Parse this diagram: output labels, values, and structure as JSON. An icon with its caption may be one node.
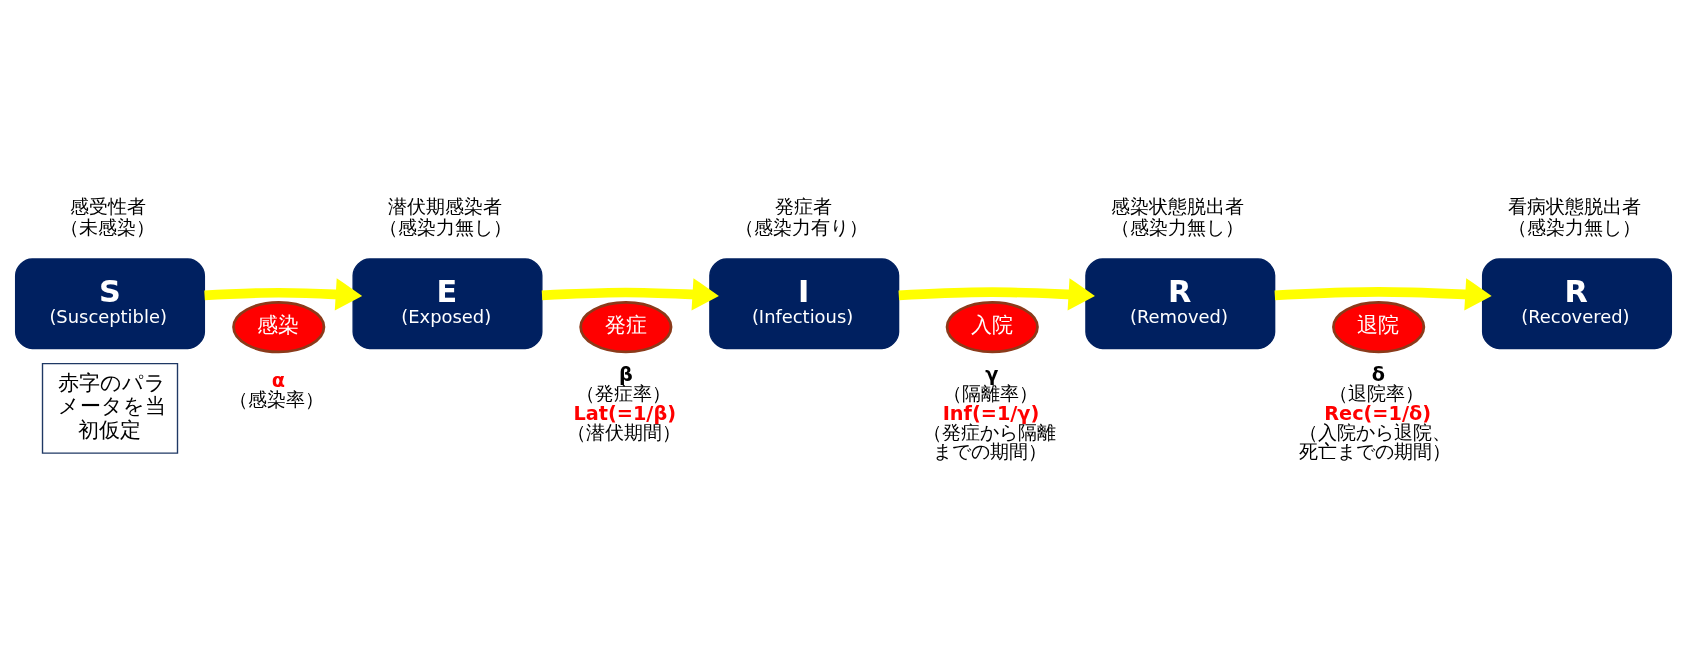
{
  "diagram": {
    "nodes": [
      {
        "text": [
          "S",
          "(Susceptible)"
        ],
        "beside": [
          "感受性者",
          "（未感染）"
        ]
      },
      {
        "text": [
          "E",
          "(Exposed)"
        ],
        "beside": [
          "潜伏期感染者",
          "（感染力無し）"
        ]
      },
      {
        "text": [
          "I",
          "(Infectious)"
        ],
        "beside": [
          "発症者",
          "（感染力有り）"
        ]
      },
      {
        "text": [
          "R",
          "(Removed)"
        ],
        "beside": [
          "感染状態脱出者",
          "（感染力無し）"
        ]
      },
      {
        "text": [
          "R",
          "(Recovered)"
        ],
        "beside": [
          "看病状態脱出者",
          "（感染力無し）"
        ]
      },
      {
        "text": [
          "感染"
        ],
        "beside": [
          "α",
          "（感染率）"
        ]
      },
      {
        "text": [
          "発症"
        ],
        "beside": [
          "β",
          "（発症率）",
          "Lat(=1/β)",
          "（潜伏期間）"
        ]
      },
      {
        "text": [
          "入院"
        ],
        "beside": [
          "γ",
          "（隔離率）",
          "Inf(=1/γ)",
          "（発症から隔離までの期間）"
        ]
      },
      {
        "text": [
          "退院"
        ],
        "beside": [
          "δ",
          "（退院率）",
          "Rec(=1/δ)",
          "（入院から退院、死亡までの期間）"
        ]
      },
      {
        "text": [
          "赤字のパラメータを当初仮定"
        ]
      }
    ],
    "edges": [
      {
        "from": 0,
        "to": 1,
        "arrow": "to"
      },
      {
        "from": 1,
        "to": 2,
        "arrow": "to"
      },
      {
        "from": 2,
        "to": 3,
        "arrow": "to"
      },
      {
        "from": 3,
        "to": 4,
        "arrow": "to"
      }
    ]
  }
}
